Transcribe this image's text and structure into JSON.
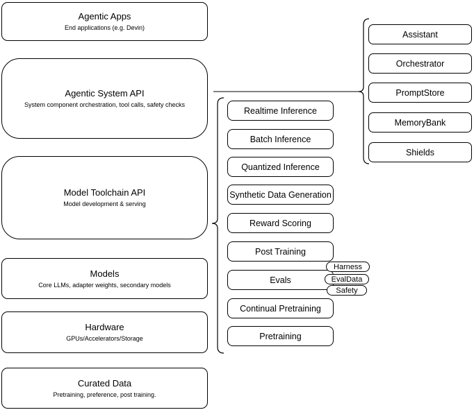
{
  "colors": {
    "stroke": "#000000",
    "fill": "#ffffff",
    "background": "#ffffff",
    "text": "#000000"
  },
  "stack": {
    "agentic_apps": {
      "title": "Agentic Apps",
      "subtitle": "End applications (e.g. Devin)"
    },
    "agentic_system_api": {
      "title": "Agentic System API",
      "subtitle": "System component orchestration, tool calls, safety checks"
    },
    "model_toolchain_api": {
      "title": "Model Toolchain API",
      "subtitle": "Model development & serving"
    },
    "models": {
      "title": "Models",
      "subtitle": "Core LLMs, adapter weights, secondary models"
    },
    "hardware": {
      "title": "Hardware",
      "subtitle": "GPUs/Accelerators/Storage"
    },
    "curated_data": {
      "title": "Curated Data",
      "subtitle": "Pretraining, preference, post training."
    }
  },
  "toolchain": {
    "items": [
      "Realtime Inference",
      "Batch Inference",
      "Quantized Inference",
      "Synthetic Data Generation",
      "Reward Scoring",
      "Post Training",
      "Evals",
      "Continual Pretraining",
      "Pretraining"
    ]
  },
  "evals_tags": [
    "Harness",
    "EvalData",
    "Safety"
  ],
  "system_components": [
    "Assistant",
    "Orchestrator",
    "PromptStore",
    "MemoryBank",
    "Shields"
  ]
}
